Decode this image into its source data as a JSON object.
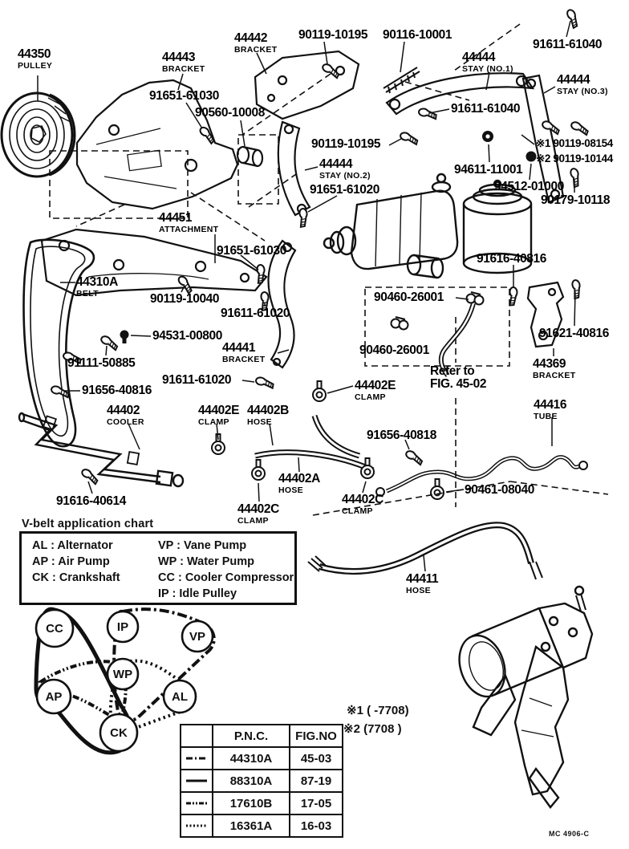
{
  "parts": {
    "p44350": {
      "num": "44350",
      "name": "PULLEY"
    },
    "p44443": {
      "num": "44443",
      "name": "BRACKET"
    },
    "p44442": {
      "num": "44442",
      "name": "BRACKET"
    },
    "p90119_10195": {
      "num": "90119-10195"
    },
    "p90116_10001": {
      "num": "90116-10001"
    },
    "p91611_61040": {
      "num": "91611-61040"
    },
    "p44444_no1": {
      "num": "44444",
      "name": "STAY (NO.1)"
    },
    "p44444_no2": {
      "num": "44444",
      "name": "STAY (NO.2)"
    },
    "p44444_no3": {
      "num": "44444",
      "name": "STAY (NO.3)"
    },
    "p91651_61030": {
      "num": "91651-61030"
    },
    "p90560_10008": {
      "num": "90560-10008"
    },
    "p90119_08154": {
      "num": "※1 90119-08154"
    },
    "p90119_10144": {
      "num": "※2 90119-10144"
    },
    "p94611_11001": {
      "num": "94611-11001"
    },
    "p91651_61020": {
      "num": "91651-61020"
    },
    "p94512_01000": {
      "num": "94512-01000"
    },
    "p90179_10118": {
      "num": "90179-10118"
    },
    "p44451": {
      "num": "44451",
      "name": "ATTACHMENT"
    },
    "p91616_40816": {
      "num": "91616-40816"
    },
    "p44310A": {
      "num": "44310A",
      "name": "BELT"
    },
    "p90119_10040": {
      "num": "90119-10040"
    },
    "p90460_26001": {
      "num": "90460-26001"
    },
    "p91611_61020": {
      "num": "91611-61020"
    },
    "p91621_40816": {
      "num": "91621-40816"
    },
    "p94531_00800": {
      "num": "94531-00800"
    },
    "p44441": {
      "num": "44441",
      "name": "BRACKET"
    },
    "p91111_50885": {
      "num": "91111-50885"
    },
    "p44369": {
      "num": "44369",
      "name": "BRACKET"
    },
    "p44402E": {
      "num": "44402E",
      "name": "CLAMP"
    },
    "p91656_40816": {
      "num": "91656-40816"
    },
    "p44402": {
      "num": "44402",
      "name": "COOLER"
    },
    "p44402B": {
      "num": "44402B",
      "name": "HOSE"
    },
    "p44416": {
      "num": "44416",
      "name": "TUBE"
    },
    "p91656_40818": {
      "num": "91656-40818"
    },
    "p90461_08040": {
      "num": "90461-08040"
    },
    "p44402A": {
      "num": "44402A",
      "name": "HOSE"
    },
    "p44402C": {
      "num": "44402C",
      "name": "CLAMP"
    },
    "p91616_40614": {
      "num": "91616-40614"
    },
    "p44411": {
      "num": "44411",
      "name": "HOSE"
    }
  },
  "refer_note": {
    "line1": "Refer to",
    "line2": "FIG. 45-02"
  },
  "notes": {
    "note1": "※1 (      -7708)",
    "note2": "※2 (7708        )"
  },
  "footer": {
    "code": "MC 4906-C"
  },
  "vbelt_chart": {
    "title": "V-belt application chart",
    "legend_col1": [
      "AL : Alternator",
      "AP : Air Pump",
      "CK : Crankshaft"
    ],
    "legend_col2": [
      "VP : Vane Pump",
      "WP : Water Pump",
      "CC : Cooler Compressor",
      "IP : Idle Pulley"
    ],
    "pulleys": [
      "CC",
      "IP",
      "VP",
      "WP",
      "AP",
      "AL",
      "CK"
    ],
    "table": {
      "col1_header": "P.N.C.",
      "col2_header": "FIG.NO",
      "rows": [
        {
          "line_style": "dash-dot",
          "pnc": "44310A",
          "fig": "45-03"
        },
        {
          "line_style": "solid",
          "pnc": "88310A",
          "fig": "87-19"
        },
        {
          "line_style": "dash-dot-dot",
          "pnc": "17610B",
          "fig": "17-05"
        },
        {
          "line_style": "dotted",
          "pnc": "16361A",
          "fig": "16-03"
        }
      ]
    }
  }
}
